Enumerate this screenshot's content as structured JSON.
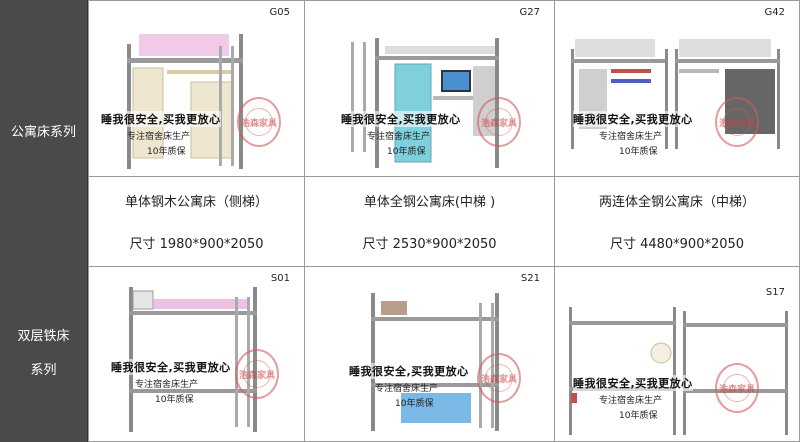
{
  "categories": [
    {
      "label": "公寓床系列"
    },
    {
      "label": "双层铁床系列"
    }
  ],
  "watermark": {
    "slogan": "睡我很安全,买我更放心",
    "line2": "专注宿舍床生产",
    "line3": "10年质保",
    "seal": "浩森家具"
  },
  "products_row1": [
    {
      "code": "G05",
      "name": "单体钢木公寓床（侧梯）",
      "size": "尺寸 1980*900*2050"
    },
    {
      "code": "G27",
      "name": "单体全钢公寓床(中梯 )",
      "size": "尺寸 2530*900*2050"
    },
    {
      "code": "G42",
      "name": "两连体全钢公寓床（中梯）",
      "size": "尺寸 4480*900*2050"
    }
  ],
  "products_row2": [
    {
      "code": "S01"
    },
    {
      "code": "S21"
    },
    {
      "code": "S17"
    }
  ],
  "colors": {
    "category_bg": "#4a4a4a",
    "frame": "#8a8a8a",
    "wood": "#efe6cf",
    "cyan": "#7fd0dc",
    "blue": "#5aa6e0",
    "pink": "#e6a6d6"
  }
}
